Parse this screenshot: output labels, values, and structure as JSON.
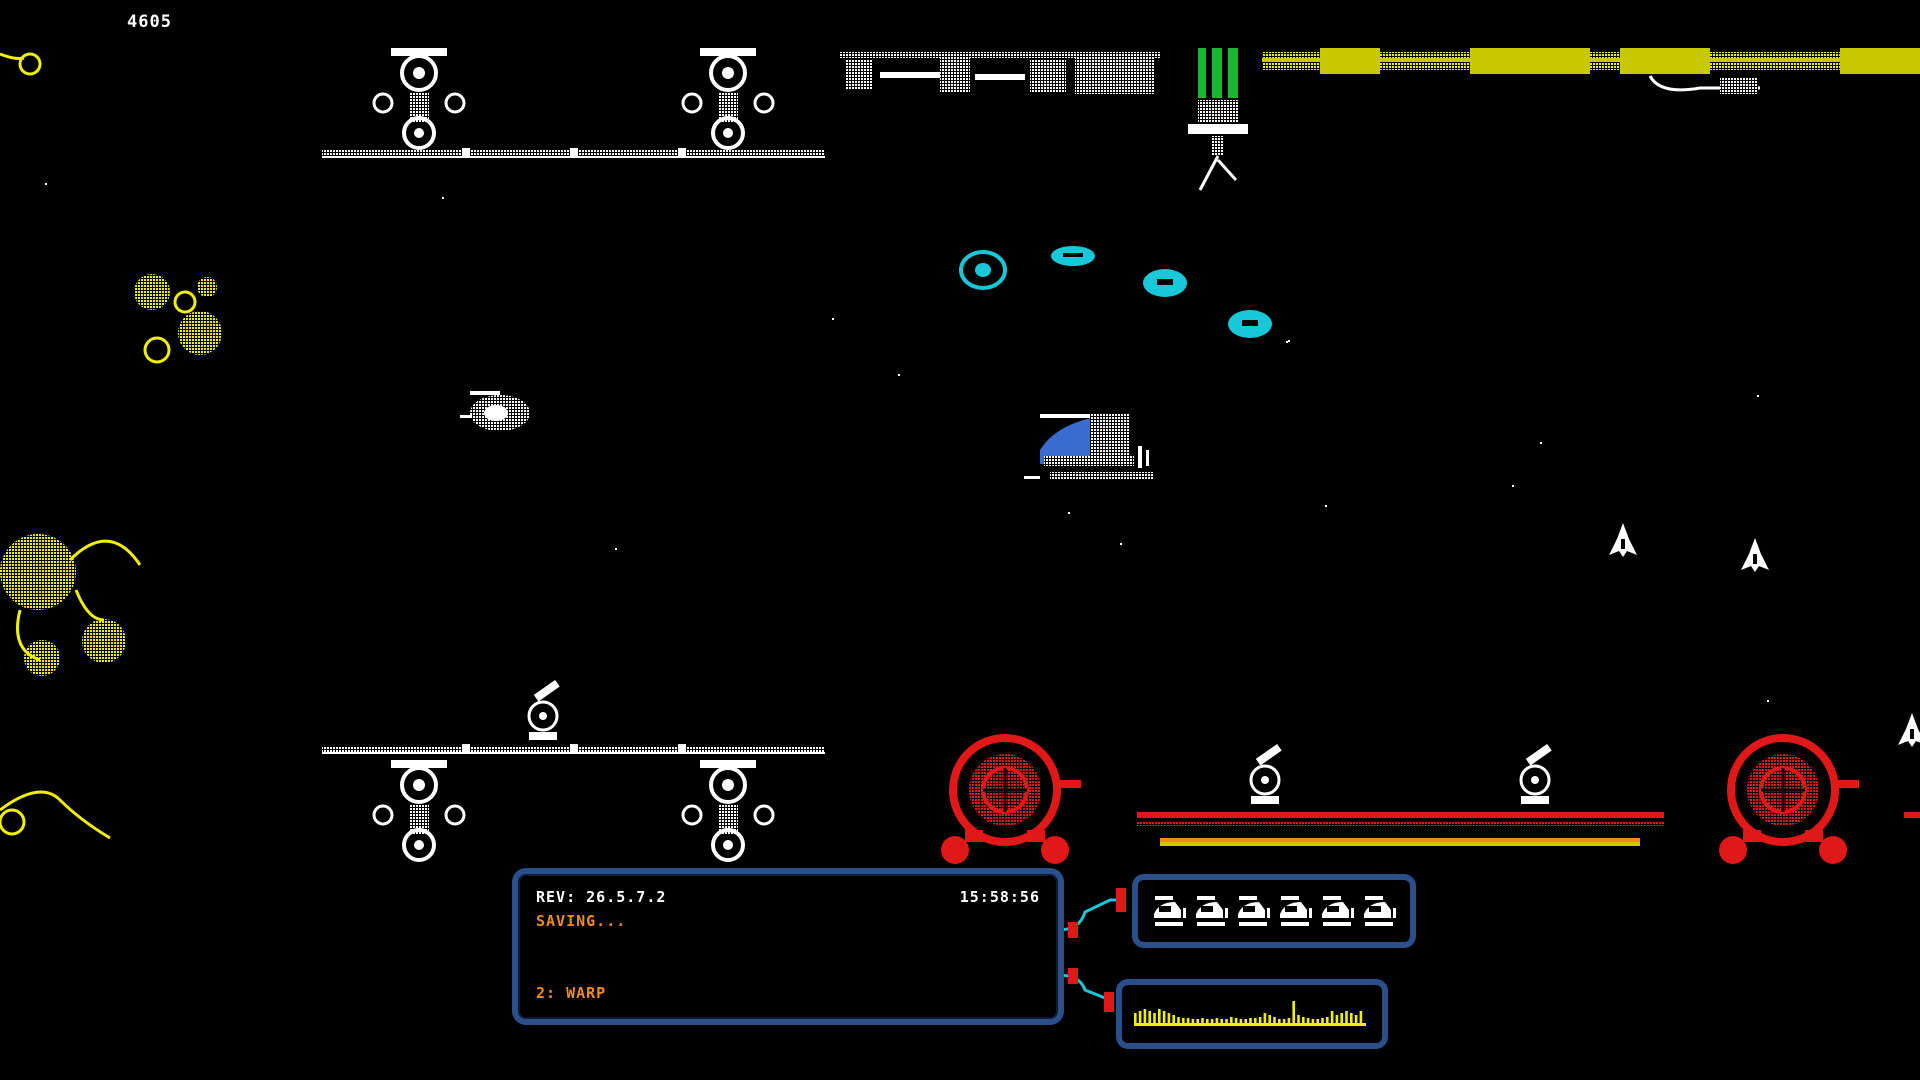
{
  "hud": {
    "score": "4605"
  },
  "console": {
    "revision": "REV: 26.5.7.2",
    "clock": "15:58:56",
    "status": "SAVING...",
    "option": "2: WARP"
  },
  "lives": {
    "remaining": 6
  },
  "colors": {
    "background": "#000000",
    "panel_border": "#2b4f8a",
    "console_status": "#f08c1e",
    "enemy_red": "#e01818",
    "alien_yellow": "#f0f000",
    "cyan_drones": "#18c8d8",
    "player_blue": "#3a6cd0",
    "pipe_green": "#1fb52c",
    "pipe_yellow": "#c8c800"
  },
  "icons": {
    "player": "helicopter-gunship-icon",
    "life": "mini-ship-icon",
    "boss_turret": "red-gear-turret-icon"
  }
}
